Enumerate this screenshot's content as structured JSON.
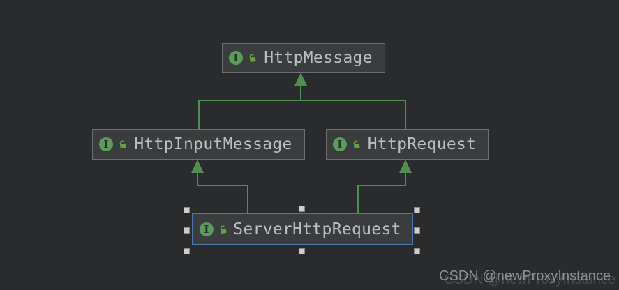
{
  "window": {
    "background": "#2a2b2c"
  },
  "diagram": {
    "nodes": [
      {
        "id": "HttpMessage",
        "label": "HttpMessage",
        "stereotype": "interface",
        "visibility": "public",
        "selected": false
      },
      {
        "id": "HttpInputMessage",
        "label": "HttpInputMessage",
        "stereotype": "interface",
        "visibility": "public",
        "selected": false
      },
      {
        "id": "HttpRequest",
        "label": "HttpRequest",
        "stereotype": "interface",
        "visibility": "public",
        "selected": false
      },
      {
        "id": "ServerHttpRequest",
        "label": "ServerHttpRequest",
        "stereotype": "interface",
        "visibility": "public",
        "selected": true
      }
    ],
    "edges": [
      {
        "from": "HttpInputMessage",
        "to": "HttpMessage",
        "type": "extends"
      },
      {
        "from": "HttpRequest",
        "to": "HttpMessage",
        "type": "extends"
      },
      {
        "from": "ServerHttpRequest",
        "to": "HttpInputMessage",
        "type": "extends"
      },
      {
        "from": "ServerHttpRequest",
        "to": "HttpRequest",
        "type": "extends"
      }
    ],
    "icons": {
      "interface_letter": "I"
    },
    "colors": {
      "edge_green": "#4f9050",
      "node_background": "#3a3c3e",
      "node_border": "#6c6e70",
      "label_text": "#b9bec4",
      "selection_blue": "#4878b0",
      "interface_icon_green": "#599c5b",
      "lock_icon_green": "#63a43f",
      "handle_gray": "#cdcdcd"
    }
  },
  "watermark": {
    "text": "CSDN @newProxyInstance"
  }
}
